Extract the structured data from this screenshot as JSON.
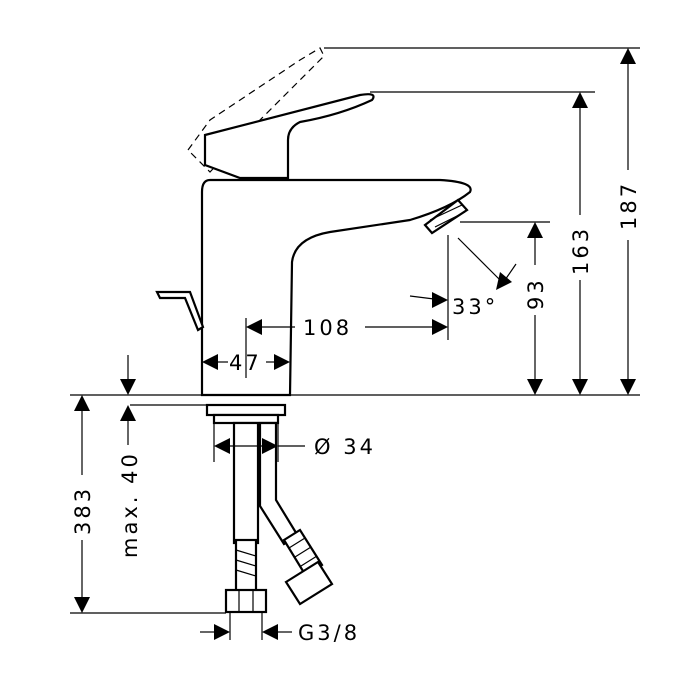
{
  "dimensions": {
    "overall_height": "187",
    "spout_height": "163",
    "outlet_height": "93",
    "spout_reach": "108",
    "body_width": "47",
    "spray_angle": "33°",
    "hole_diameter": "Ø 34",
    "max_counter_thickness": "max. 40",
    "hose_length": "383",
    "thread_size": "G3/8"
  },
  "colors": {
    "line": "#000000",
    "background": "#ffffff"
  }
}
